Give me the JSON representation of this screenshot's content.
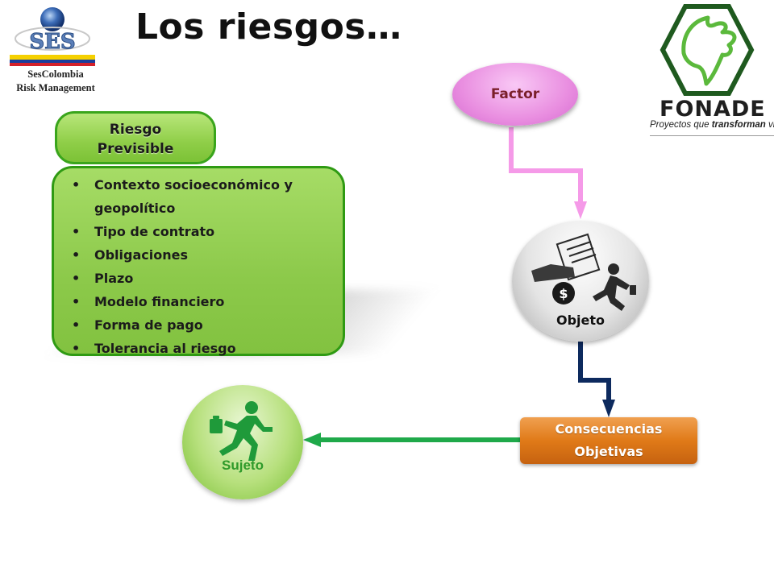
{
  "title": "Los riesgos…",
  "logo_left": {
    "letters": "SES",
    "caption_line1": "SesColombia",
    "caption_line2": "Risk Management"
  },
  "logo_right": {
    "brand": "FONADE",
    "tagline_pre": "Proyectos que ",
    "tagline_bold": "transforman",
    "tagline_post": " vida"
  },
  "riesgo_box": {
    "heading_line1": "Riesgo",
    "heading_line2": "Previsible",
    "items": [
      "Contexto socioeconómico y geopolítico",
      "Tipo de contrato",
      "Obligaciones",
      "Plazo",
      "Modelo  financiero",
      "Forma de pago",
      "Tolerancia al riesgo"
    ]
  },
  "nodes": {
    "factor": "Factor",
    "objeto": "Objeto",
    "consecuencias_line1": "Consecuencias",
    "consecuencias_line2": "Objetivas",
    "sujeto": "Sujeto"
  },
  "colors": {
    "green_box": "#8cc94a",
    "factor_pink": "#e98ee0",
    "consecuencias_orange": "#e07a18",
    "arrow_pink": "#f59ae8",
    "arrow_navy": "#0d2a5e",
    "arrow_green": "#1fa94a"
  },
  "icons": [
    "globe-icon",
    "colombia-flag-icon",
    "fonade-leaf-icon",
    "office-work-icon",
    "running-businessman-icon"
  ]
}
